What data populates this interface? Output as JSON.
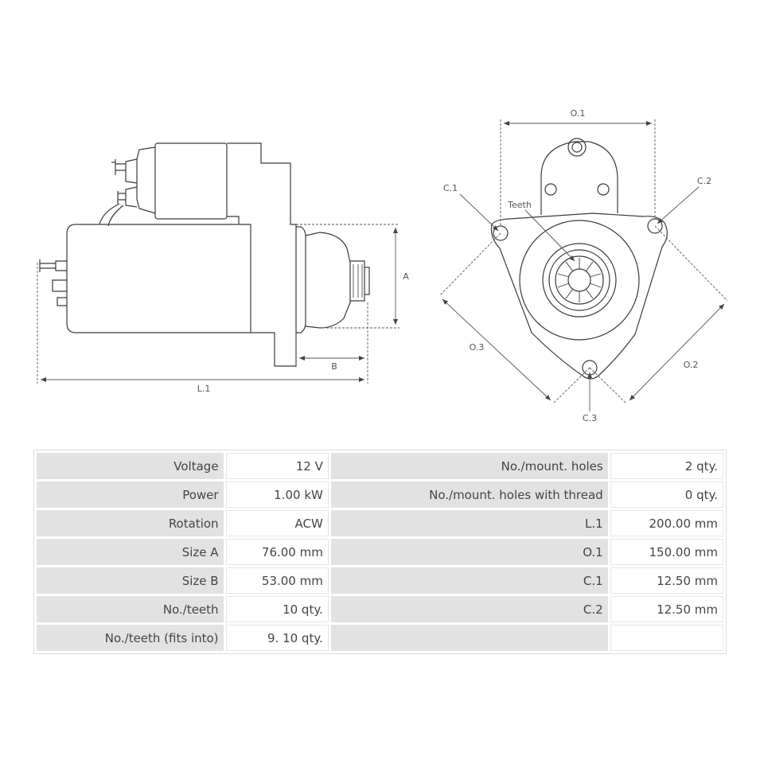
{
  "diagram": {
    "side_labels": {
      "a": "A",
      "b": "B",
      "l1": "L.1"
    },
    "front_labels": {
      "o1": "O.1",
      "o2": "O.2",
      "o3": "O.3",
      "c1": "C.1",
      "c2": "C.2",
      "c3": "C.3",
      "teeth": "Teeth"
    }
  },
  "specs": {
    "rows": [
      {
        "label": "Voltage",
        "value": "12 V",
        "label2": "No./mount. holes",
        "value2": "2 qty."
      },
      {
        "label": "Power",
        "value": "1.00 kW",
        "label2": "No./mount. holes with thread",
        "value2": "0 qty."
      },
      {
        "label": "Rotation",
        "value": "ACW",
        "label2": "L.1",
        "value2": "200.00 mm"
      },
      {
        "label": "Size A",
        "value": "76.00 mm",
        "label2": "O.1",
        "value2": "150.00 mm"
      },
      {
        "label": "Size B",
        "value": "53.00 mm",
        "label2": "C.1",
        "value2": "12.50 mm"
      },
      {
        "label": "No./teeth",
        "value": "10 qty.",
        "label2": "C.2",
        "value2": "12.50 mm"
      },
      {
        "label": "No./teeth (fits into)",
        "value": "9. 10 qty.",
        "label2": "",
        "value2": ""
      }
    ]
  }
}
